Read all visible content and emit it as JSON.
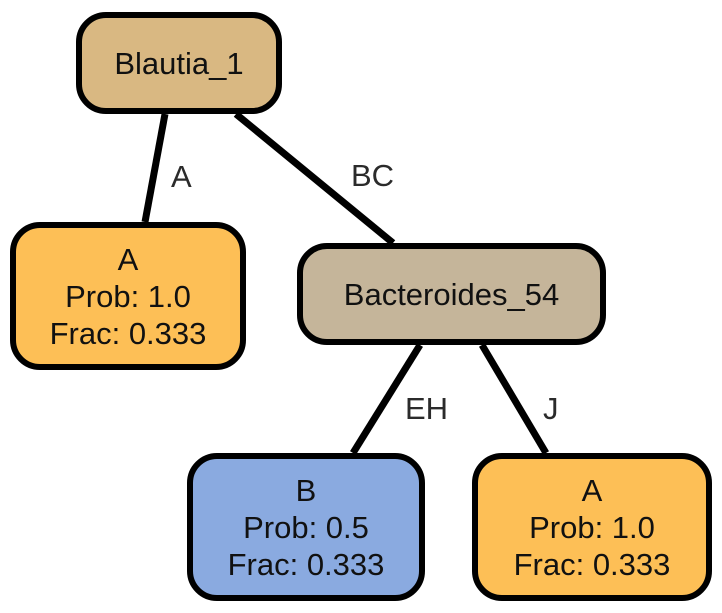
{
  "tree": {
    "root": {
      "label": "Blautia_1",
      "color": "#d9b882"
    },
    "left_leaf": {
      "class": "A",
      "prob": "Prob: 1.0",
      "frac": "Frac: 0.333",
      "color": "#fdbf56"
    },
    "split": {
      "label": "Bacteroides_54",
      "color": "#c5b59a"
    },
    "leaf_b": {
      "class": "B",
      "prob": "Prob: 0.5",
      "frac": "Frac: 0.333",
      "color": "#8aaae0"
    },
    "leaf_a2": {
      "class": "A",
      "prob": "Prob: 1.0",
      "frac": "Frac: 0.333",
      "color": "#fdbf56"
    },
    "edge_labels": {
      "root_left": "A",
      "root_right": "BC",
      "split_left": "EH",
      "split_right": "J"
    }
  }
}
